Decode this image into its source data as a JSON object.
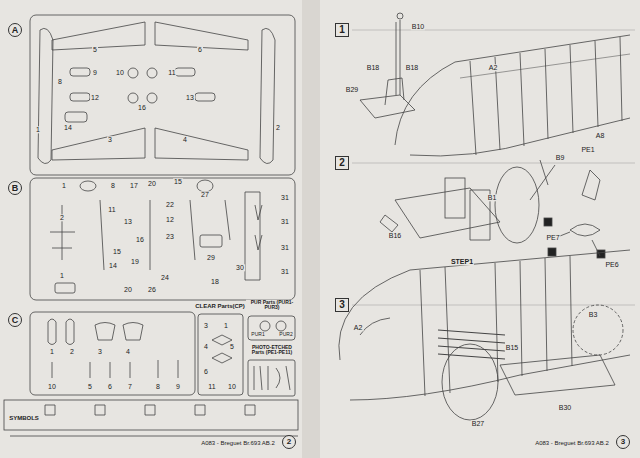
{
  "diagram": {
    "nodes": [
      {
        "text": [
          "A"
        ]
      },
      {
        "text": [
          "B"
        ]
      },
      {
        "text": [
          "C"
        ]
      },
      {
        "text": [
          "2"
        ]
      },
      {
        "text": [
          "1"
        ]
      },
      {
        "text": [
          "2"
        ]
      },
      {
        "text": [
          "3"
        ]
      },
      {
        "text": [
          "3"
        ]
      }
    ],
    "labels": [
      "5",
      "6",
      "9",
      "10",
      "11",
      "12",
      "13",
      "16",
      "14",
      "1",
      "3",
      "4",
      "2",
      "8",
      "1",
      "8",
      "17",
      "20",
      "15",
      "27",
      "2",
      "11",
      "13",
      "22",
      "12",
      "23",
      "31",
      "31",
      "31",
      "31",
      "16",
      "15",
      "14",
      "19",
      "29",
      "18",
      "30",
      "26",
      "20",
      "24",
      "1",
      "1",
      "2",
      "3",
      "4",
      "10",
      "5",
      "6",
      "7",
      "8",
      "9",
      "CLEAR Parts(CP)",
      "3",
      "1",
      "4",
      "5",
      "6",
      "11",
      "10",
      "PUR Parts (PUR1-PUR3)",
      "PUR1",
      "PUR2",
      "PHOTO-ETCHED Parts (PE1-PE11)",
      "SYMBOLS",
      "A083 - Breguet Br.693 AB.2",
      "B10",
      "B18",
      "B18",
      "B29",
      "A2",
      "A8",
      "PE1",
      "B9",
      "B1",
      "B16",
      "PE7",
      "PE6",
      "STEP1",
      "A2",
      "B15",
      "B3",
      "B30",
      "B27",
      "A083 - Breguet Br.693 AB.2"
    ]
  }
}
